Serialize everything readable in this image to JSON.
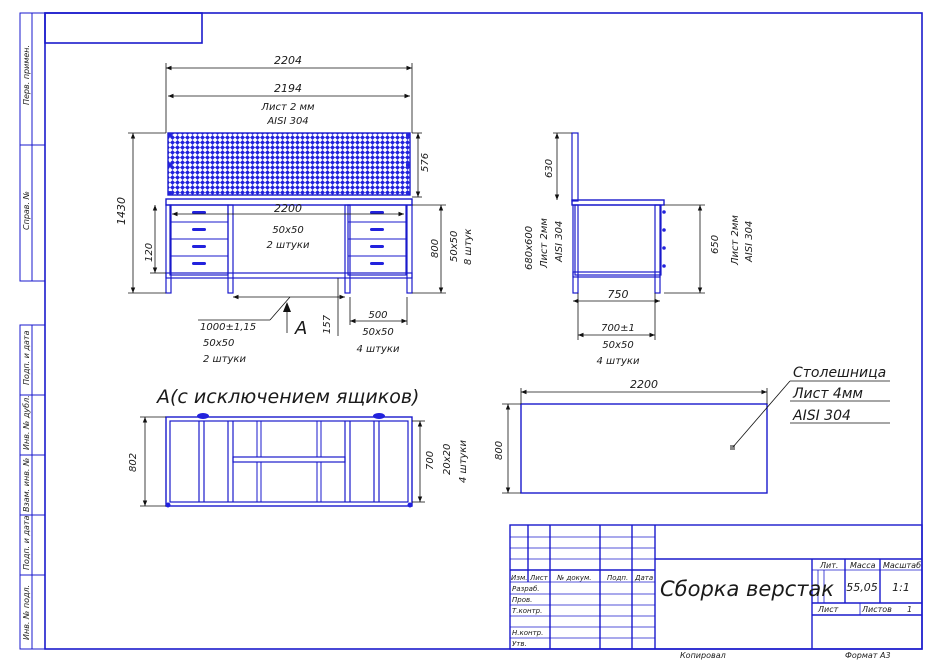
{
  "colors": {
    "line": "#1a1acc",
    "dim": "#111111",
    "accent": "#2222dd"
  },
  "side_stamp": {
    "cells": [
      "Перв. примен.",
      "Справ. №",
      "Подп. и дата",
      "Инв. № дубл.",
      "Взам. инв. №",
      "Подп. и дата",
      "Инв. № подл."
    ]
  },
  "front_view": {
    "dims": {
      "total_width": "2204",
      "panel_width": "2194",
      "panel_material_1": "Лист 2 мм",
      "panel_material_2": "AISI 304",
      "panel_height": "576",
      "total_height": "1430",
      "inner_width": "2200",
      "tube_1": "50x50",
      "tube_qty_1": "2 штуки",
      "drawer_height": "120",
      "table_height": "800",
      "tube_2": "50x50",
      "tube_qty_2": "8 штук",
      "beam_length": "1000±1,15",
      "beam_tube": "50x50",
      "beam_qty": "2 штуки",
      "view_arrow": "A",
      "beam_height": "157",
      "leg_span": "500",
      "leg_tube": "50x50",
      "leg_qty": "4 штуки"
    }
  },
  "side_view": {
    "dims": {
      "panel_h": "630",
      "sheet_size": "680x600",
      "sheet_mat_1": "Лист 2мм",
      "sheet_mat_2": "AISI 304",
      "height_650": "650",
      "right_mat_1": "Лист 2мм",
      "right_mat_2": "AISI 304",
      "depth": "750",
      "leg_span": "700±1",
      "leg_tube": "50x50",
      "leg_qty": "4 штуки"
    }
  },
  "view_a": {
    "title": "A(с исключением ящиков)",
    "dims": {
      "depth": "802",
      "inner": "700",
      "tube": "20x20",
      "tube_qty": "4 штуки"
    }
  },
  "tabletop": {
    "width": "2200",
    "depth": "800",
    "label_1": "Столешница",
    "label_2": "Лист 4мм",
    "label_3": "AISI 304"
  },
  "title_block": {
    "headers": [
      "Изм.",
      "Лист",
      "№ докум.",
      "Подп.",
      "Дата"
    ],
    "roles": [
      "Разраб.",
      "Пров.",
      "Т.контр.",
      "Н.контр.",
      "Утв."
    ],
    "title": "Сборка верстак",
    "lit_label": "Лит.",
    "mass_label": "Масса",
    "scale_label": "Масштаб",
    "mass": "55,05",
    "scale": "1:1",
    "sheet_label": "Лист",
    "sheets_label": "Листов",
    "sheets_count": "1"
  },
  "footer": {
    "copied": "Копировал",
    "format_label": "Формат",
    "format": "А3"
  }
}
